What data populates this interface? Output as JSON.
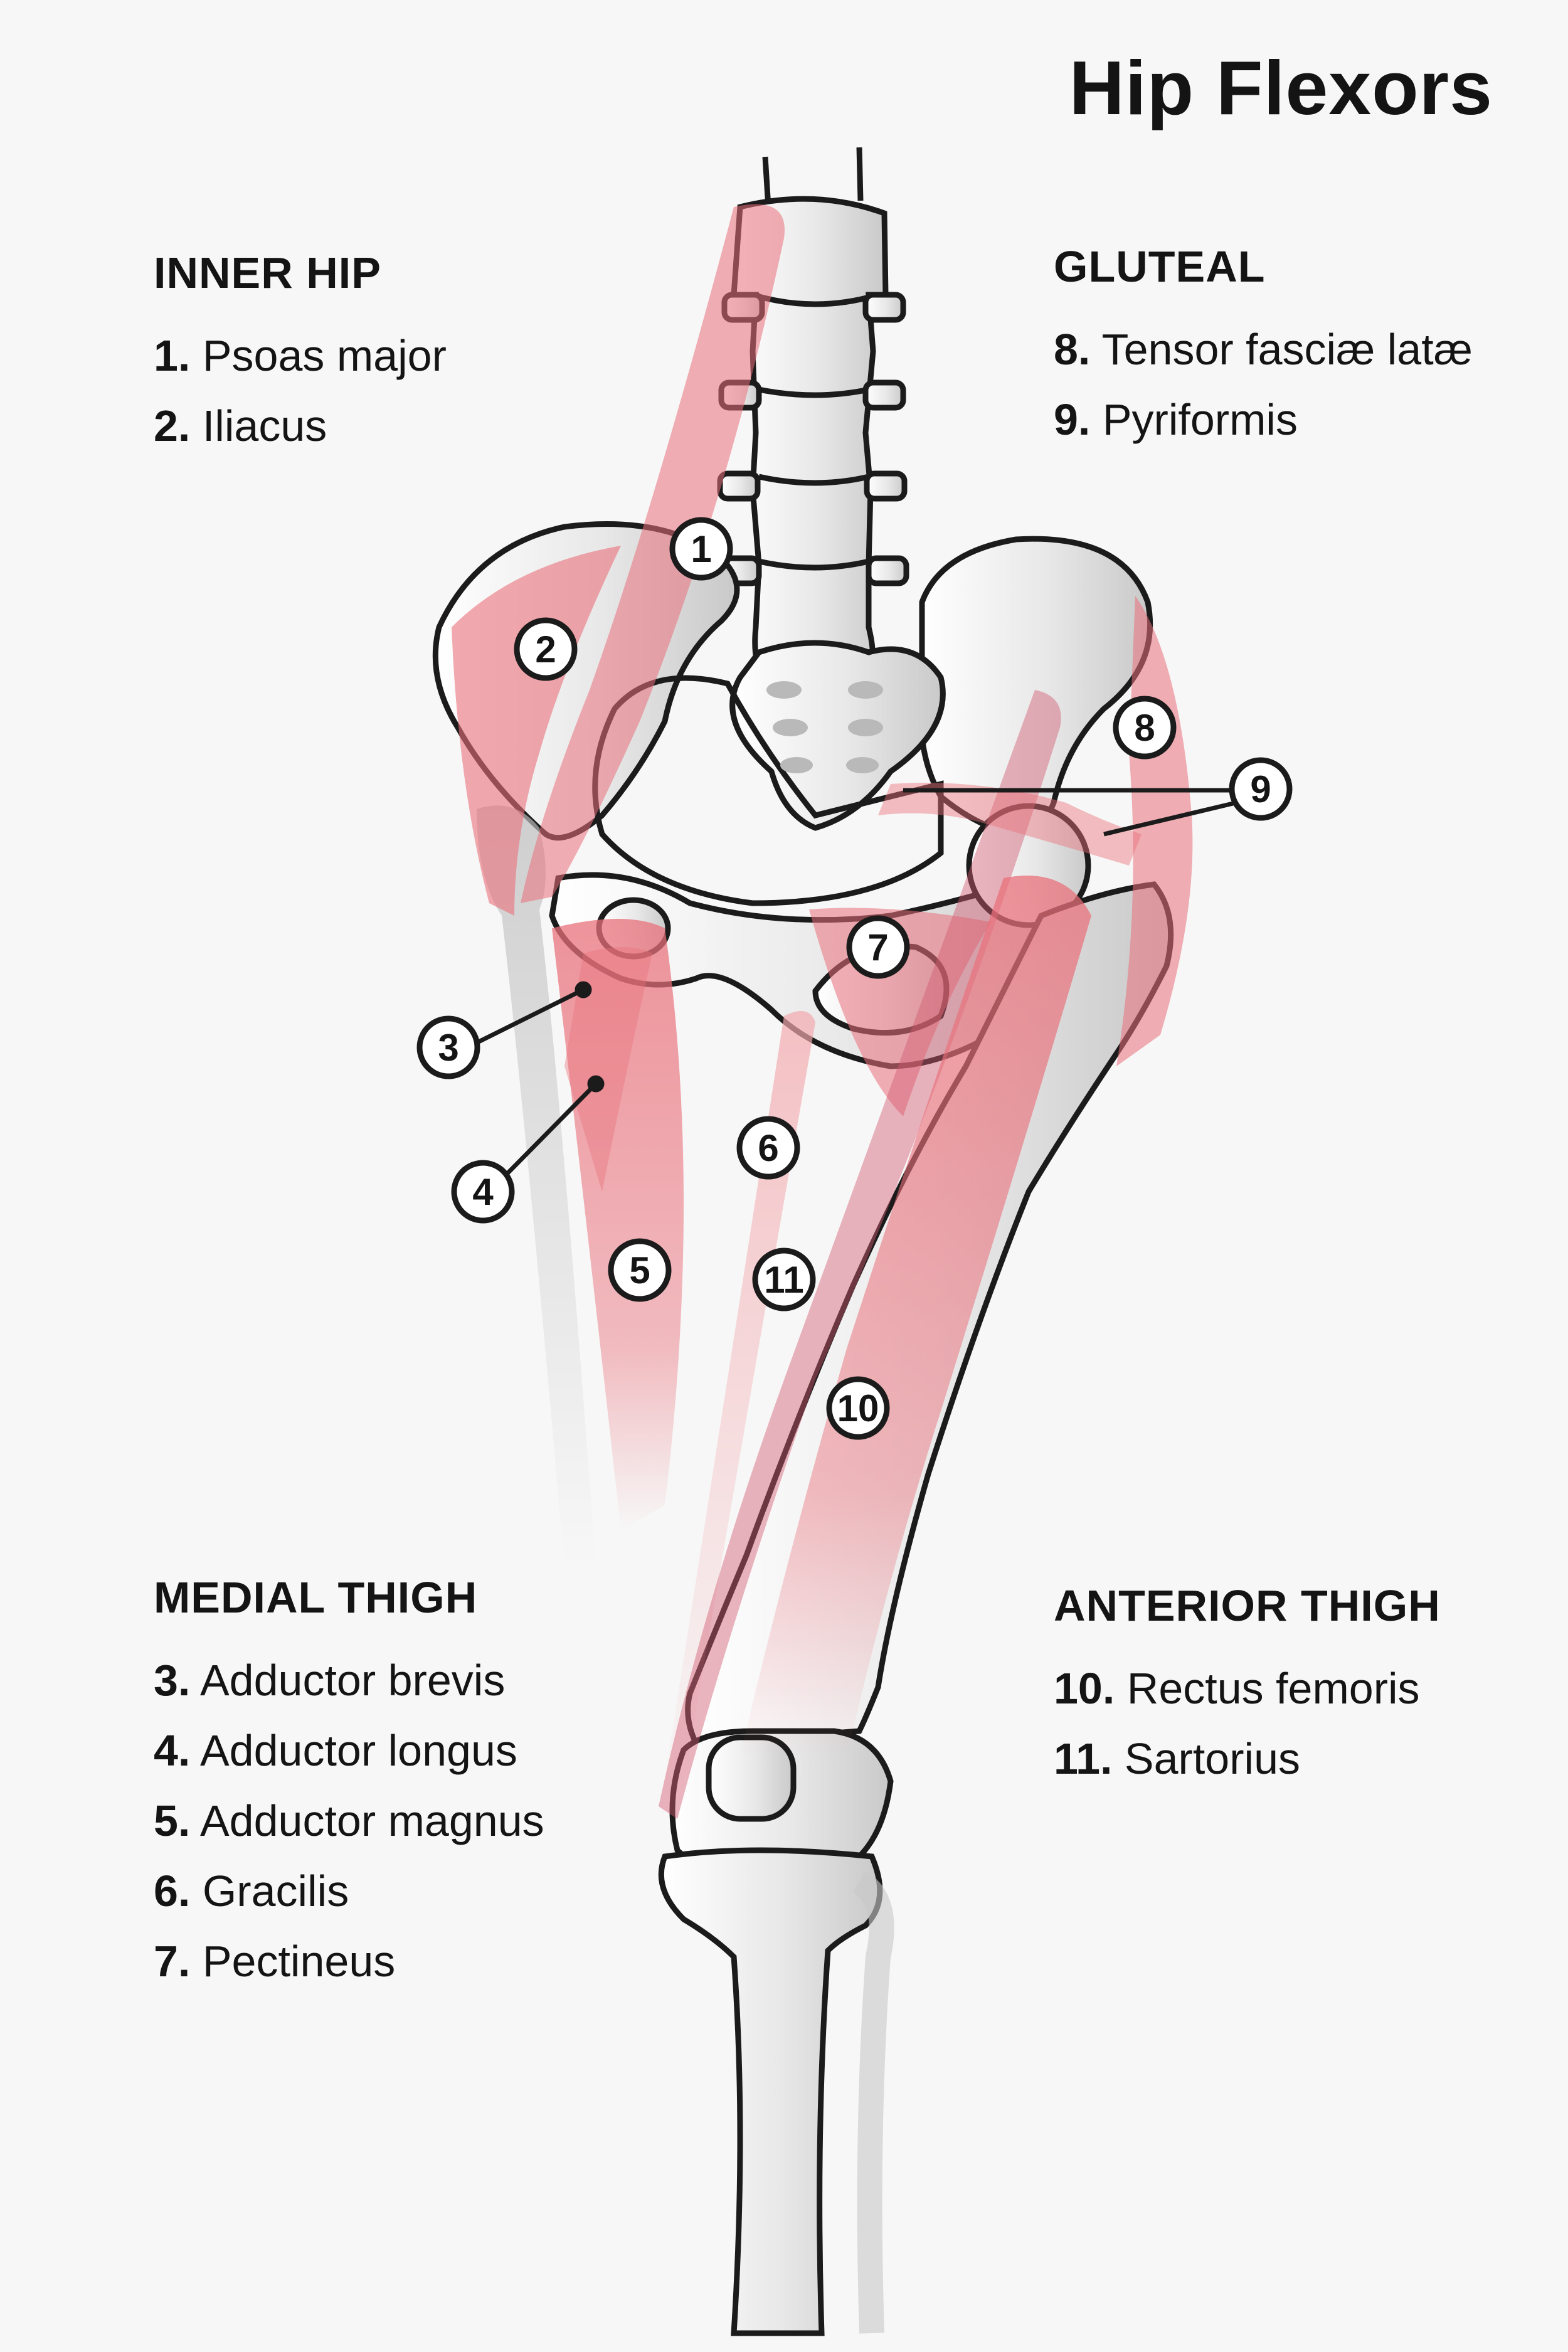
{
  "title": "Hip Flexors",
  "groups": {
    "inner_hip": {
      "heading": "INNER HIP",
      "items": [
        {
          "num": "1.",
          "name": "Psoas major"
        },
        {
          "num": "2.",
          "name": "Iliacus"
        }
      ]
    },
    "gluteal": {
      "heading": "GLUTEAL",
      "items": [
        {
          "num": "8.",
          "name": "Tensor fasciæ latæ"
        },
        {
          "num": "9.",
          "name": "Pyriformis"
        }
      ]
    },
    "medial_thigh": {
      "heading": "MEDIAL THIGH",
      "items": [
        {
          "num": "3.",
          "name": "Adductor brevis"
        },
        {
          "num": "4.",
          "name": "Adductor longus"
        },
        {
          "num": "5.",
          "name": "Adductor magnus"
        },
        {
          "num": "6.",
          "name": "Gracilis"
        },
        {
          "num": "7.",
          "name": "Pectineus"
        }
      ]
    },
    "anterior_thigh": {
      "heading": "ANTERIOR THIGH",
      "items": [
        {
          "num": "10.",
          "name": "Rectus femoris"
        },
        {
          "num": "11.",
          "name": "Sartorius"
        }
      ]
    }
  },
  "markers": [
    "1",
    "2",
    "3",
    "4",
    "5",
    "6",
    "7",
    "8",
    "9",
    "10",
    "11"
  ],
  "colors": {
    "muscle": "#e9707a",
    "muscle_light": "#f3a8ad",
    "bone": "#e6e6e6",
    "outline": "#1b1b1b",
    "background": "#f7f7f7"
  }
}
